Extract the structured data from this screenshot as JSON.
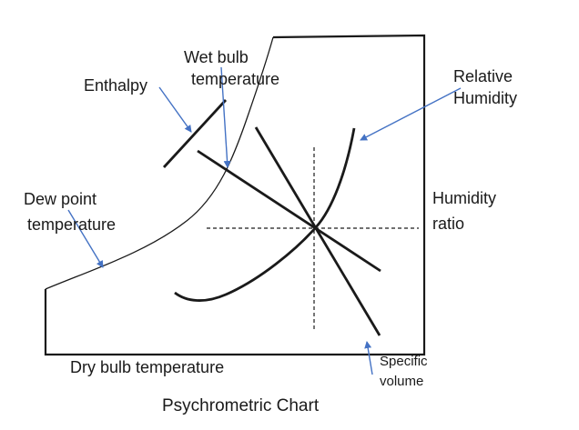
{
  "title": "Psychrometric Chart",
  "colors": {
    "arrow": "#4472C4",
    "line": "#1a1a1a",
    "text": "#1a1a1a",
    "bg": "#ffffff"
  },
  "labels": {
    "enthalpy": "Enthalpy",
    "wet_bulb": {
      "line1": "Wet bulb",
      "line2": "temperature"
    },
    "dew_point": {
      "line1": "Dew point",
      "line2": "temperature"
    },
    "relative_humidity": {
      "line1": "Relative",
      "line2": "Humidity"
    },
    "humidity_ratio": {
      "line1": "Humidity",
      "line2": "ratio"
    },
    "dry_bulb": "Dry bulb temperature",
    "specific_volume": {
      "line1": "Specific",
      "line2": "volume"
    }
  }
}
